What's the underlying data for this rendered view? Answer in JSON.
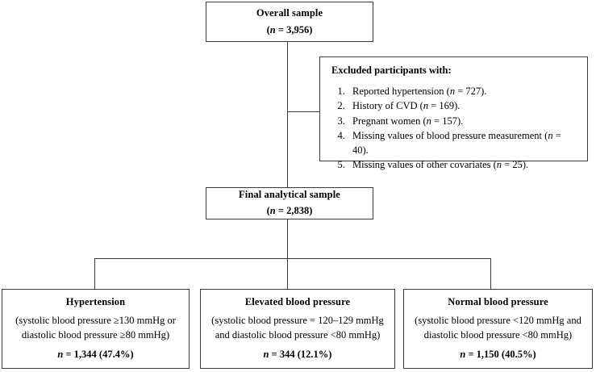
{
  "flowchart": {
    "overall": {
      "title": "Overall sample",
      "n_label": "(n = 3,956)",
      "n_italic": "n",
      "n_rest": " = 3,956)",
      "n_open": "("
    },
    "excluded": {
      "heading": "Excluded participants with:",
      "items": [
        {
          "text": "Reported hypertension (",
          "n": "n",
          "value": " = 727)."
        },
        {
          "text": "History of CVD (",
          "n": "n",
          "value": " = 169)."
        },
        {
          "text": "Pregnant women (",
          "n": "n",
          "value": " = 157)."
        },
        {
          "text": "Missing values of blood pressure measurement (",
          "n": "n",
          "value": " = 40)."
        },
        {
          "text": "Missing values of other covariates (",
          "n": "n",
          "value": " = 25)."
        }
      ]
    },
    "final": {
      "title": "Final analytical sample",
      "n_open": "(",
      "n_italic": "n",
      "n_rest": " = 2,838)"
    },
    "groups": [
      {
        "title": "Hypertension",
        "criteria_line1": "(systolic blood pressure ≥130 mmHg or",
        "criteria_line2": "diastolic blood pressure ≥80 mmHg)",
        "n_italic": "n",
        "n_rest": " = 1,344 (47.4%)"
      },
      {
        "title": "Elevated blood pressure",
        "criteria_line1": "(systolic blood pressure = 120–129 mmHg",
        "criteria_line2": "and diastolic blood pressure <80 mmHg)",
        "n_italic": "n",
        "n_rest": " = 344 (12.1%)"
      },
      {
        "title": "Normal blood pressure",
        "criteria_line1": "(systolic blood pressure <120 mmHg and",
        "criteria_line2": "diastolic blood pressure <80 mmHg)",
        "n_italic": "n",
        "n_rest": " = 1,150 (40.5%)"
      }
    ],
    "colors": {
      "border": "#3a3a3a",
      "text": "#000000",
      "background": "#ffffff"
    }
  }
}
